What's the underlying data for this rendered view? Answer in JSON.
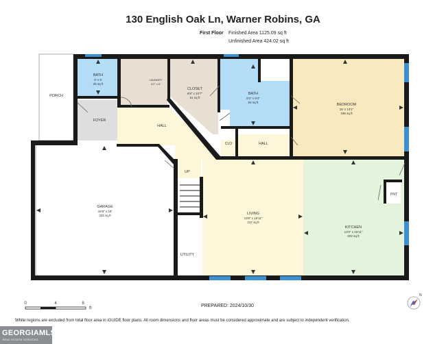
{
  "header": {
    "title": "130 English Oak Ln, Warner Robins, GA",
    "floor_label": "First Floor",
    "finished_area": "Finished Area 1125.09 sq ft",
    "unfinished_area": "Unfinished Area 424.02 sq ft"
  },
  "rooms": {
    "porch": {
      "name": "PORCH"
    },
    "bath1": {
      "name": "BATH",
      "dims": "5' x 5'",
      "area": "25 sq ft"
    },
    "laundry": {
      "name": "LAUNDRY",
      "dims": "4'2\" x 6'"
    },
    "closet": {
      "name": "CLOSET",
      "dims": "6'8\" x 10'7\"",
      "area": "61 sq ft"
    },
    "bath2": {
      "name": "BATH",
      "dims": "9'4\" x 9'4\"",
      "area": "84 sq ft"
    },
    "bedroom": {
      "name": "BEDROOM",
      "dims": "15' x 13'1\"",
      "area": "196 sq ft"
    },
    "foyer": {
      "name": "FOYER"
    },
    "hall1": {
      "name": "HALL"
    },
    "clo": {
      "name": "CLO"
    },
    "hall2": {
      "name": "HALL"
    },
    "up": {
      "name": "UP"
    },
    "garage": {
      "name": "GARAGE",
      "dims": "18'8\" x 18'",
      "area": "332 sq ft"
    },
    "living": {
      "name": "LIVING",
      "dims": "13'8\" x 15'11\"",
      "area": "217 sq ft"
    },
    "kitchen": {
      "name": "KITCHEN",
      "dims": "13'3\" x 15'11\"",
      "area": "202 sq ft"
    },
    "pnt": {
      "name": "PNT"
    },
    "utility": {
      "name": "UTILITY"
    }
  },
  "scale": {
    "t0": "0",
    "t1": "4",
    "t2": "8",
    "unit": "ft"
  },
  "compass": {
    "label": "N"
  },
  "footer": {
    "prepared": "PREPARED: 2024/10/30",
    "disclaimer": "White regions are excluded from total floor area in iGUIDE floor plans. All room dimensions and floor areas must be considered approximate and are subject to independent verification.",
    "logo_main": "GEORGIAMLS",
    "logo_sub": "REAL ESTATE SERVICES"
  },
  "colors": {
    "wall": "#1a1a1a",
    "bath": "#b3dcf7",
    "laundry": "#e8dfd2",
    "closet": "#e8dfd2",
    "bedroom": "#f8e9be",
    "foyer": "#dedede",
    "hall": "#fdf6d9",
    "living": "#fdf6d9",
    "kitchen": "#e3f3dc",
    "window": "#3d8fd0"
  }
}
